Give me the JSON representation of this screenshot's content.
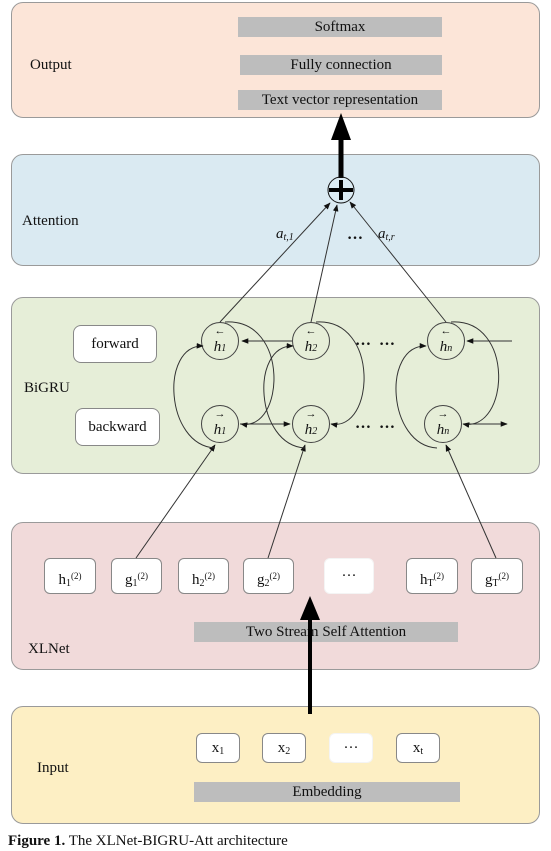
{
  "output": {
    "label": "Output",
    "bars": [
      "Softmax",
      "Fully connection",
      "Text vector representation"
    ]
  },
  "attention": {
    "label": "Attention",
    "weight_left": "a",
    "weight_left_sub": "t,1",
    "weight_right": "a",
    "weight_right_sub": "t,r",
    "dots": "…"
  },
  "bigru": {
    "label": "BiGRU",
    "forward_label": "forward",
    "backward_label": "backward",
    "forward_nodes": [
      {
        "arrow": "←",
        "h": "h",
        "sub": "1"
      },
      {
        "arrow": "←",
        "h": "h",
        "sub": "2"
      },
      {
        "arrow": "←",
        "h": "h",
        "sub": "n"
      }
    ],
    "backward_nodes": [
      {
        "arrow": "→",
        "h": "h",
        "sub": "1"
      },
      {
        "arrow": "→",
        "h": "h",
        "sub": "2"
      },
      {
        "arrow": "→",
        "h": "h",
        "sub": "n"
      }
    ],
    "dots": "… …"
  },
  "xlnet": {
    "label": "XLNet",
    "tokens": [
      {
        "base": "h",
        "sub": "1",
        "sup": "(2)"
      },
      {
        "base": "g",
        "sub": "1",
        "sup": "(2)"
      },
      {
        "base": "h",
        "sub": "2",
        "sup": "(2)"
      },
      {
        "base": "g",
        "sub": "2",
        "sup": "(2)"
      },
      {
        "base": "···",
        "sub": "",
        "sup": ""
      },
      {
        "base": "h",
        "sub": "T",
        "sup": "(2)"
      },
      {
        "base": "g",
        "sub": "T",
        "sup": "(2)"
      }
    ],
    "bar": "Two Stream Self Attention"
  },
  "input": {
    "label": "Input",
    "tokens": [
      {
        "base": "x",
        "sub": "1"
      },
      {
        "base": "x",
        "sub": "2"
      },
      {
        "base": "···",
        "sub": ""
      },
      {
        "base": "x",
        "sub": "t"
      }
    ],
    "bar": "Embedding"
  },
  "caption": {
    "prefix": "Figure 1.",
    "text": " The XLNet-BIGRU-Att architecture"
  }
}
